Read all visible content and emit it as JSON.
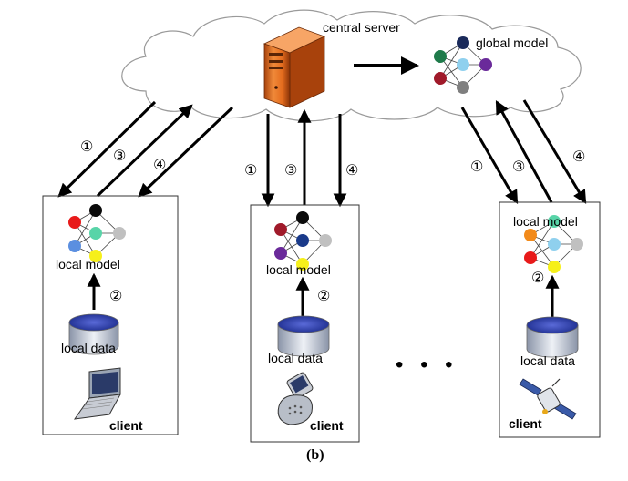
{
  "server": {
    "label": "central server"
  },
  "global_model": {
    "label": "global model",
    "colors": {
      "input": [
        "#1f7a4a",
        "#a01a2a"
      ],
      "hidden": [
        "#1a2a5a",
        "#8fd0ee",
        "#7f7f7f"
      ],
      "output": [
        "#6a2a9a"
      ]
    }
  },
  "steps": {
    "s1": "①",
    "s2": "②",
    "s3": "③",
    "s4": "④"
  },
  "clients": [
    {
      "model_label": "local model",
      "data_label": "local data",
      "client_label": "client",
      "device": "laptop-icon",
      "colors": {
        "input": [
          "#e81a1a",
          "#5b8fe0"
        ],
        "hidden": [
          "#0a0a0a",
          "#58d4a8",
          "#f6f01a"
        ],
        "output": [
          "#c0c0c0"
        ]
      }
    },
    {
      "model_label": "local model",
      "data_label": "local data",
      "client_label": "client",
      "device": "mobile-phone-icon",
      "colors": {
        "input": [
          "#a01a2a",
          "#6a2a9a"
        ],
        "hidden": [
          "#0a0a0a",
          "#1a3a8a",
          "#f6f01a"
        ],
        "output": [
          "#c0c0c0"
        ]
      }
    },
    {
      "model_label": "local model",
      "data_label": "local data",
      "client_label": "client",
      "device": "satellite-icon",
      "colors": {
        "input": [
          "#f28a1a",
          "#e81a1a"
        ],
        "hidden": [
          "#58d4a8",
          "#8fd0ee",
          "#f6f01a"
        ],
        "output": [
          "#c0c0c0"
        ]
      }
    }
  ],
  "ellipsis": "• • •",
  "caption": "(b)"
}
